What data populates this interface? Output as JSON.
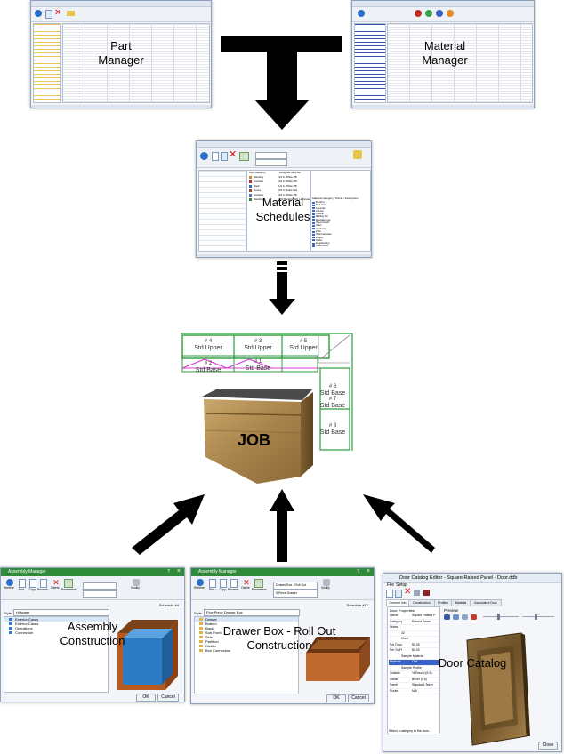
{
  "labels": {
    "part_manager": "Part\nManager",
    "material_manager": "Material\nManager",
    "material_schedules": "Material\nSchedules",
    "job": "JOB",
    "assembly_construction": "Assembly\nConstruction",
    "drawer_box": "Drawer Box - Roll Out\nConstruction",
    "door_catalog": "Door Catalog"
  },
  "windows": {
    "part_manager": {
      "title": "Part Manager"
    },
    "material_manager": {
      "title": "Material Manager"
    },
    "schedule_manager": {
      "title": "Schedule Manager",
      "col_part_category": "Part Category",
      "col_assigned_material": "Assigned Material",
      "rows": [
        {
          "name": "Banding",
          "material": "3/4 in White PB"
        },
        {
          "name": "Carcass",
          "material": "3/4 in White PB"
        },
        {
          "name": "Back",
          "material": "1/4 in White PB"
        },
        {
          "name": "Doors",
          "material": "3/4 in Solid Oak"
        },
        {
          "name": "Drawers",
          "material": "3/4 in White PB"
        },
        {
          "name": "Banding",
          "material": "Wht Banding 3/4 Laminate"
        }
      ],
      "list_header": "Material Category / Name / Description",
      "list_items": [
        "Banding",
        "Bent Item",
        "Laminate",
        "Lumber",
        "Cabinet",
        "Molding Set",
        "Miscellaneous",
        "Sheet Goods",
        "Glass",
        "Hardware",
        "Pulls",
        "Slide Hardware",
        "Hinges",
        "Slides",
        "Edgebanding",
        "Sheet Items"
      ]
    },
    "assembly": {
      "title": "Assembly Manager",
      "schedule": "Schedule #4",
      "style_label": "Style",
      "style_value": "Hillwater",
      "tree": [
        "Exterior Cases",
        "Exterior Cases",
        "Operations",
        "Connection"
      ],
      "toolbar": [
        "Retrieve",
        "New",
        "Copy",
        "Rename",
        "Delete",
        "Parameters",
        "Modify"
      ],
      "ok": "OK",
      "cancel": "Cancel",
      "help": "?"
    },
    "drawer": {
      "title": "Assembly Manager",
      "schedule": "Schedule #12",
      "style_label": "Style",
      "style_value": "Five Piece Drawer Box",
      "options": [
        "Drawer Box - Roll Out",
        "5 Piece Drawer"
      ],
      "tree": [
        "Drawer",
        "Bottom",
        "Back",
        "Sub Front",
        "Side",
        "Partition",
        "Divider",
        "Box Connection"
      ],
      "toolbar": [
        "Retrieve",
        "New",
        "Copy",
        "Rename",
        "Delete",
        "Parameters",
        "Modify"
      ],
      "ok": "OK",
      "cancel": "Cancel",
      "help": "?"
    },
    "door": {
      "title": "Door Catalog Editor - Square Raised Panel - Door.ddb",
      "menu": [
        "File",
        "Setup"
      ],
      "tabs": [
        "General Info",
        "Construction",
        "Profiles",
        "Material",
        "Associated Door"
      ],
      "props_header": "Door Properties",
      "props": [
        {
          "k": "Name",
          "v": "Square Raised P"
        },
        {
          "k": "Category",
          "v": "Raised Panel"
        },
        {
          "k": "Notes",
          "v": ""
        },
        {
          "k": "",
          "v": "42"
        },
        {
          "k": "",
          "v": "Cord"
        },
        {
          "k": "Per Door",
          "v": "$0.00"
        },
        {
          "k": "Per SqFt",
          "v": "$0.00"
        },
        {
          "k": "",
          "v": "Sample Material"
        },
        {
          "k": "Material",
          "v": "Oak"
        },
        {
          "k": "",
          "v": "Sample Profile"
        },
        {
          "k": "Outside",
          "v": "% Round (6.5)"
        },
        {
          "k": "Inside",
          "v": "Bevel (0.5)"
        },
        {
          "k": "Panel",
          "v": "Standard Taper"
        },
        {
          "k": "Route",
          "v": "N/A"
        }
      ],
      "preview": "Preview",
      "hint": "Select a category to the door...",
      "close": "Close"
    }
  },
  "job_plan": {
    "labels": [
      {
        "num": "# 4",
        "name": "Std Upper"
      },
      {
        "num": "# 3",
        "name": "Std Upper"
      },
      {
        "num": "# 5",
        "name": "Std Upper"
      },
      {
        "num": "# 2",
        "name": "Std Base"
      },
      {
        "num": "# 1",
        "name": "Std Base"
      },
      {
        "num": "# 6",
        "name": "Std Base"
      },
      {
        "num": "# 7",
        "name": "Std Base"
      },
      {
        "num": "# 8",
        "name": "Std Base"
      }
    ]
  },
  "colors": {
    "arrow": "#000000",
    "wood": "#b08a4e",
    "blue_box": "#2c7bc4",
    "orange_box": "#c06a30",
    "plan_green": "#2e9e3a",
    "plan_magenta": "#d63fd2"
  }
}
